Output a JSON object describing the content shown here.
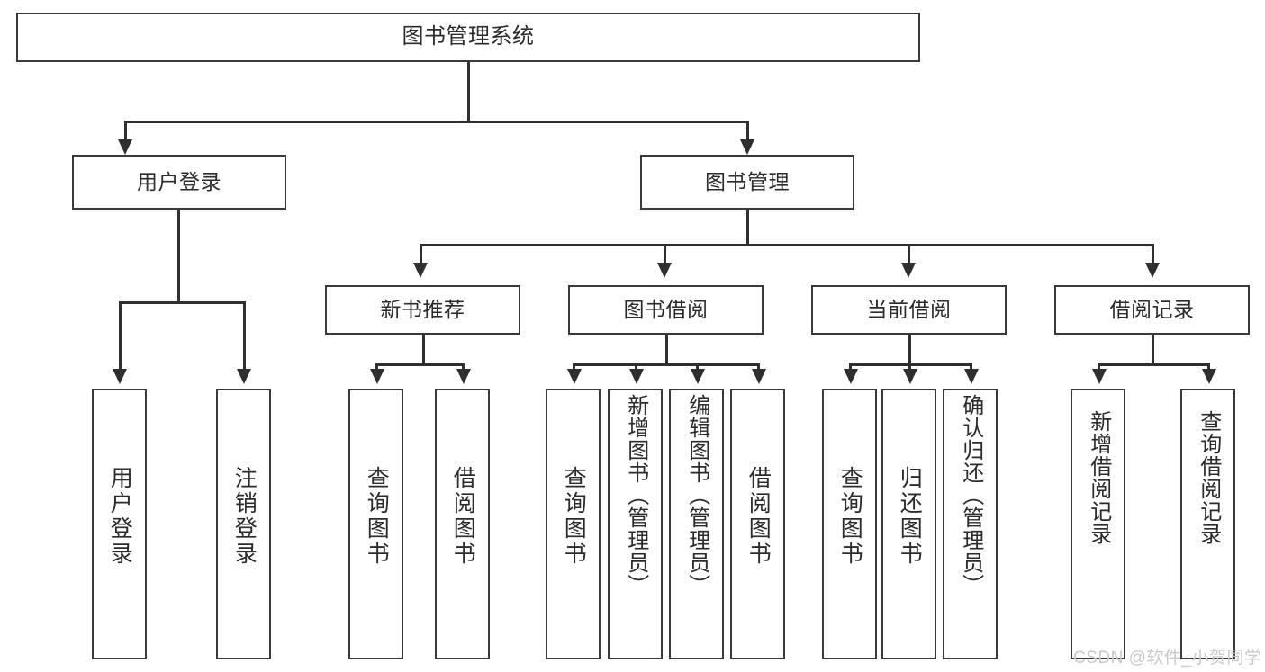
{
  "diagram": {
    "title": "图书管理系统",
    "type": "tree-hierarchy",
    "root": {
      "id": "root",
      "label": "图书管理系统"
    },
    "level2": [
      {
        "id": "user-login",
        "label": "用户登录"
      },
      {
        "id": "book-manage",
        "label": "图书管理"
      }
    ],
    "level3": [
      {
        "id": "new-book-rec",
        "label": "新书推荐",
        "parent": "book-manage"
      },
      {
        "id": "book-borrow",
        "label": "图书借阅",
        "parent": "book-manage"
      },
      {
        "id": "current-borrow",
        "label": "当前借阅",
        "parent": "book-manage"
      },
      {
        "id": "borrow-record",
        "label": "借阅记录",
        "parent": "book-manage"
      }
    ],
    "leaves": [
      {
        "id": "leaf-user-login",
        "label": "用户登录",
        "parent": "user-login"
      },
      {
        "id": "leaf-user-logout",
        "label": "注销登录",
        "parent": "user-login"
      },
      {
        "id": "leaf-query-book-1",
        "label": "查询图书",
        "parent": "new-book-rec"
      },
      {
        "id": "leaf-borrow-book-1",
        "label": "借阅图书",
        "parent": "new-book-rec"
      },
      {
        "id": "leaf-query-book-2",
        "label": "查询图书",
        "parent": "book-borrow"
      },
      {
        "id": "leaf-add-book",
        "label": "新增图书（管理员）",
        "parent": "book-borrow"
      },
      {
        "id": "leaf-edit-book",
        "label": "编辑图书（管理员）",
        "parent": "book-borrow"
      },
      {
        "id": "leaf-borrow-book-2",
        "label": "借阅图书",
        "parent": "book-borrow"
      },
      {
        "id": "leaf-query-book-3",
        "label": "查询图书",
        "parent": "current-borrow"
      },
      {
        "id": "leaf-return-book",
        "label": "归还图书",
        "parent": "current-borrow"
      },
      {
        "id": "leaf-confirm-return",
        "label": "确认归还（管理员）",
        "parent": "current-borrow"
      },
      {
        "id": "leaf-add-record",
        "label": "新增借阅记录",
        "parent": "borrow-record"
      },
      {
        "id": "leaf-query-record",
        "label": "查询借阅记录",
        "parent": "borrow-record"
      }
    ],
    "colors": {
      "stroke": "#3a3a3a",
      "connector": "#2f2f2f",
      "background": "#ffffff",
      "text": "#2b2b2b",
      "watermark": "#c9c9c9"
    }
  },
  "watermark": {
    "text": "CSDN @软件_小贺同学"
  }
}
